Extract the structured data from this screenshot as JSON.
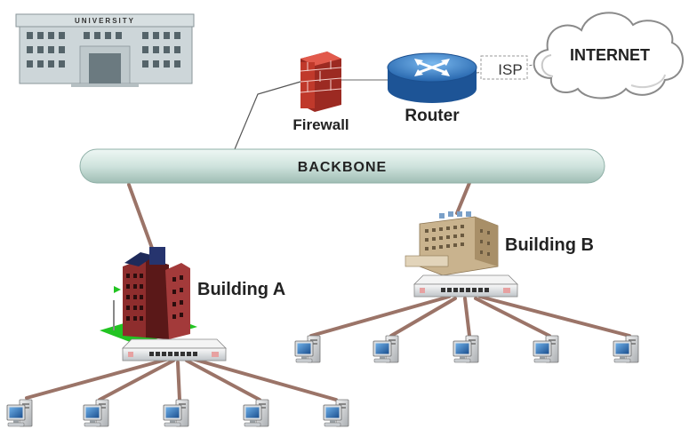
{
  "university": {
    "sign": "UNIVERSITY"
  },
  "firewall": {
    "label": "Firewall"
  },
  "router": {
    "label": "Router"
  },
  "isp": {
    "label": "ISP"
  },
  "internet": {
    "label": "INTERNET"
  },
  "backbone": {
    "label": "BACKBONE"
  },
  "building_a": {
    "label": "Building A",
    "client_count": 5
  },
  "building_b": {
    "label": "Building B",
    "client_count": 5
  },
  "colors": {
    "link": "#9b7468",
    "backbone": "#cfe3dd",
    "firewall": "#c0392b",
    "router": "#2c6fb8",
    "grass": "#22c422"
  }
}
